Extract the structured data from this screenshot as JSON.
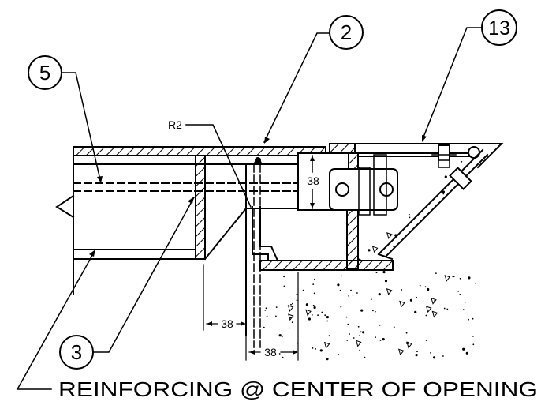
{
  "callouts": [
    {
      "id": "5",
      "text": "5"
    },
    {
      "id": "2",
      "text": "2"
    },
    {
      "id": "13",
      "text": "13"
    },
    {
      "id": "3",
      "text": "3"
    }
  ],
  "labels": {
    "radius": "R2",
    "dim_plate": "38",
    "dim_left": "38",
    "dim_bottom": "38",
    "note": "REINFORCING @ CENTER OF OPENING"
  },
  "colors": {
    "line": "#000000",
    "background": "#ffffff"
  }
}
